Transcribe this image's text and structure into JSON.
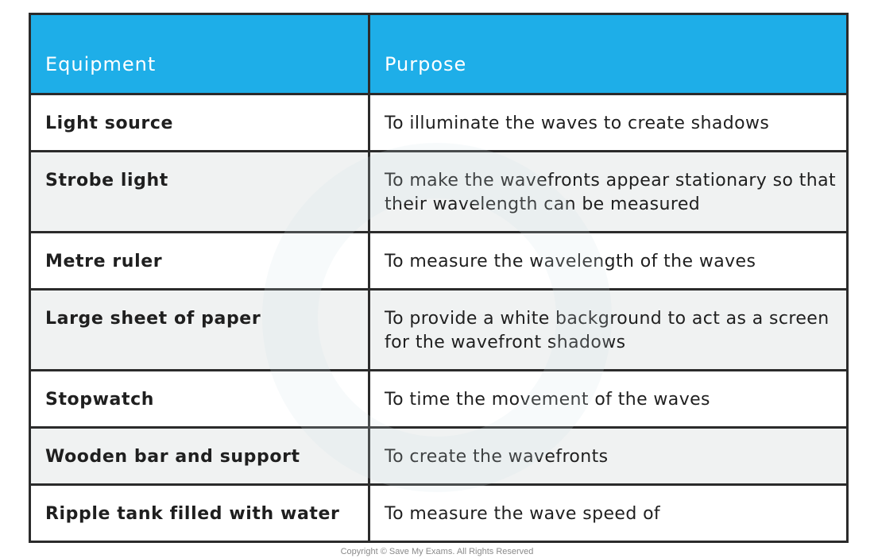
{
  "table": {
    "headers": [
      "Equipment",
      "Purpose"
    ],
    "header_color": "#1eaee8",
    "rows": [
      {
        "equipment": "Light source",
        "purpose": "To illuminate the waves to create shadows"
      },
      {
        "equipment": "Strobe light",
        "purpose": "To make the wavefronts appear stationary so that their wavelength can be measured"
      },
      {
        "equipment": "Metre ruler",
        "purpose": "To measure the wavelength of the waves"
      },
      {
        "equipment": "Large sheet of paper",
        "purpose": "To provide a white background to act as a screen for the wavefront shadows"
      },
      {
        "equipment": "Stopwatch",
        "purpose": "To time the movement of the waves"
      },
      {
        "equipment": "Wooden bar and support",
        "purpose": "To create the wavefronts"
      },
      {
        "equipment": "Ripple tank filled with water",
        "purpose": "To measure the wave speed of"
      }
    ]
  },
  "copyright": "Copyright © Save My Exams. All Rights Reserved"
}
